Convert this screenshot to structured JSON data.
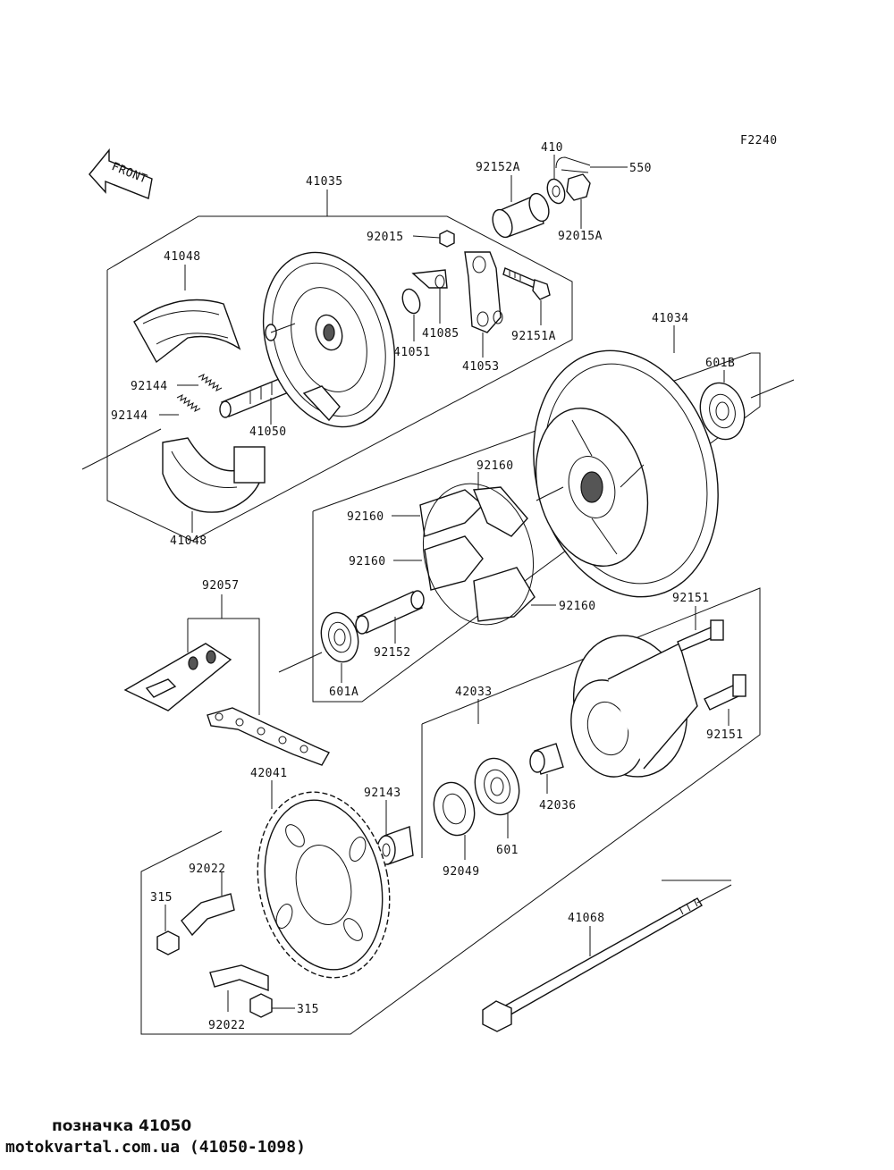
{
  "figure_code": "F2240",
  "front_arrow_label": "FRONT",
  "labels": {
    "l41035": "41035",
    "l41048a": "41048",
    "l41048b": "41048",
    "l92144a": "92144",
    "l92144b": "92144",
    "l41050": "41050",
    "l41051": "41051",
    "l41053": "41053",
    "l41085": "41085",
    "l92015": "92015",
    "l92152A": "92152A",
    "l410": "410",
    "l550": "550",
    "l92015A": "92015A",
    "l92151A": "92151A",
    "l41034": "41034",
    "l601B": "601B",
    "l92160a": "92160",
    "l92160b": "92160",
    "l92160c": "92160",
    "l92160d": "92160",
    "l92152": "92152",
    "l601A": "601A",
    "l92057": "92057",
    "l92151a": "92151",
    "l92151b": "92151",
    "l42033": "42033",
    "l42041": "42041",
    "l92143": "92143",
    "l42036": "42036",
    "l601": "601",
    "l92049": "92049",
    "l92022a": "92022",
    "l92022b": "92022",
    "l315a": "315",
    "l315b": "315",
    "l41068": "41068"
  },
  "footer": {
    "caption": "позначка 41050",
    "source": "motokvartal.com.ua (41050-1098)"
  }
}
